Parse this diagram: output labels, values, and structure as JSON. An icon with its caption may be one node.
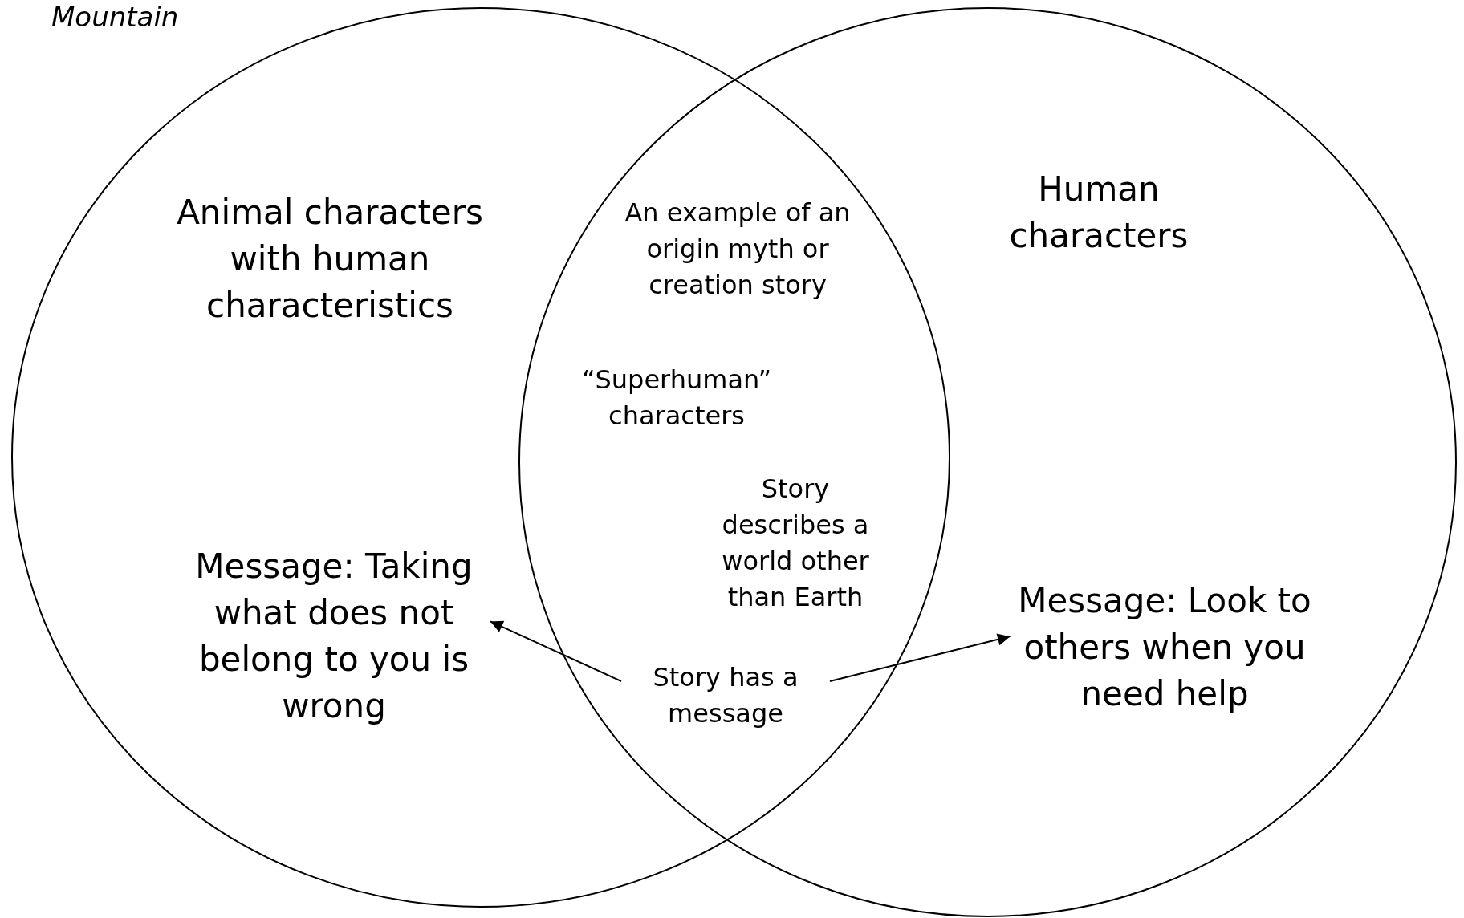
{
  "diagram": {
    "nodes": [
      {
        "text": [],
        "shape": "circle"
      },
      {
        "text": [],
        "shape": "circle"
      },
      {
        "text": [
          "Animal characters with human characteristics"
        ],
        "in": 0
      },
      {
        "text": [
          "Human characters"
        ],
        "in": 1
      },
      {
        "text": [
          "An example of an origin myth or creation story"
        ]
      },
      {
        "text": [
          "“Superhuman” characters"
        ]
      },
      {
        "text": [
          "Story describes a world other than Earth"
        ]
      },
      {
        "text": [
          "Story has a message"
        ]
      },
      {
        "text": [
          "Message: Taking what does not belong to you is wrong"
        ],
        "in": 0
      },
      {
        "text": [
          "Message: Look to others when you need help"
        ],
        "in": 1
      }
    ],
    "edges": [
      {
        "from": 7,
        "to": 8,
        "arrow": "to"
      },
      {
        "from": 7,
        "to": 9,
        "arrow": "to"
      }
    ],
    "labels": [
      "Mountain"
    ]
  }
}
